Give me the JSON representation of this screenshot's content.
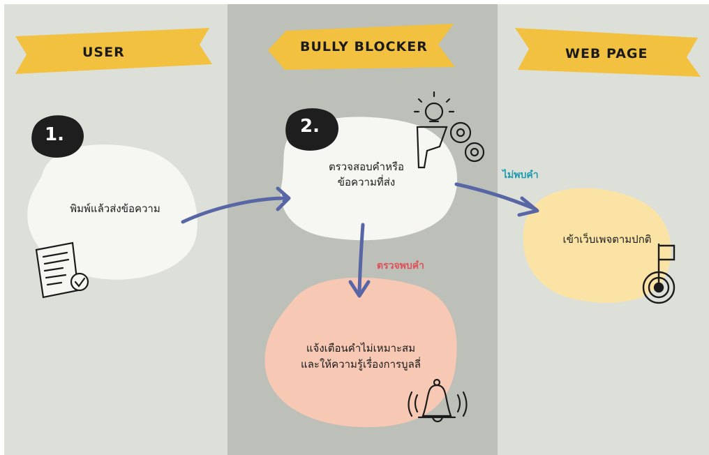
{
  "columns": {
    "user": {
      "title": "USER"
    },
    "bully": {
      "title": "BULLY BLOCKER"
    },
    "web": {
      "title": "WEB PAGE"
    }
  },
  "steps": {
    "step1": {
      "number": "1.",
      "text": "พิมพ์แล้วส่งข้อความ"
    },
    "step2": {
      "number": "2.",
      "text_line1": "ตรวจสอบคำหรือ",
      "text_line2": "ข้อความที่ส่ง"
    },
    "warn": {
      "text_line1": "แจ้งเตือนคำไม่เหมาะสม",
      "text_line2": "และให้ความรู้เรื่องการบูลลี่"
    },
    "web": {
      "text": "เข้าเว็บเพจตามปกติ"
    }
  },
  "arrows": {
    "found": {
      "label": "ตรวจพบคำ",
      "color": "#e0505a"
    },
    "not_found": {
      "label": "ไม่พบคำ",
      "color": "#1e9bb0"
    }
  },
  "colors": {
    "banner": "#f2c13f",
    "blob_white": "#f6f7f3",
    "blob_peach": "#f7c8b4",
    "blob_yellow": "#fbe3a6",
    "arrow": "#5966a5",
    "number_badge": "#1e1e1e"
  },
  "icons": [
    "document-check-icon",
    "lightbulb-gears-icon",
    "bell-ringing-icon",
    "target-flag-icon"
  ]
}
